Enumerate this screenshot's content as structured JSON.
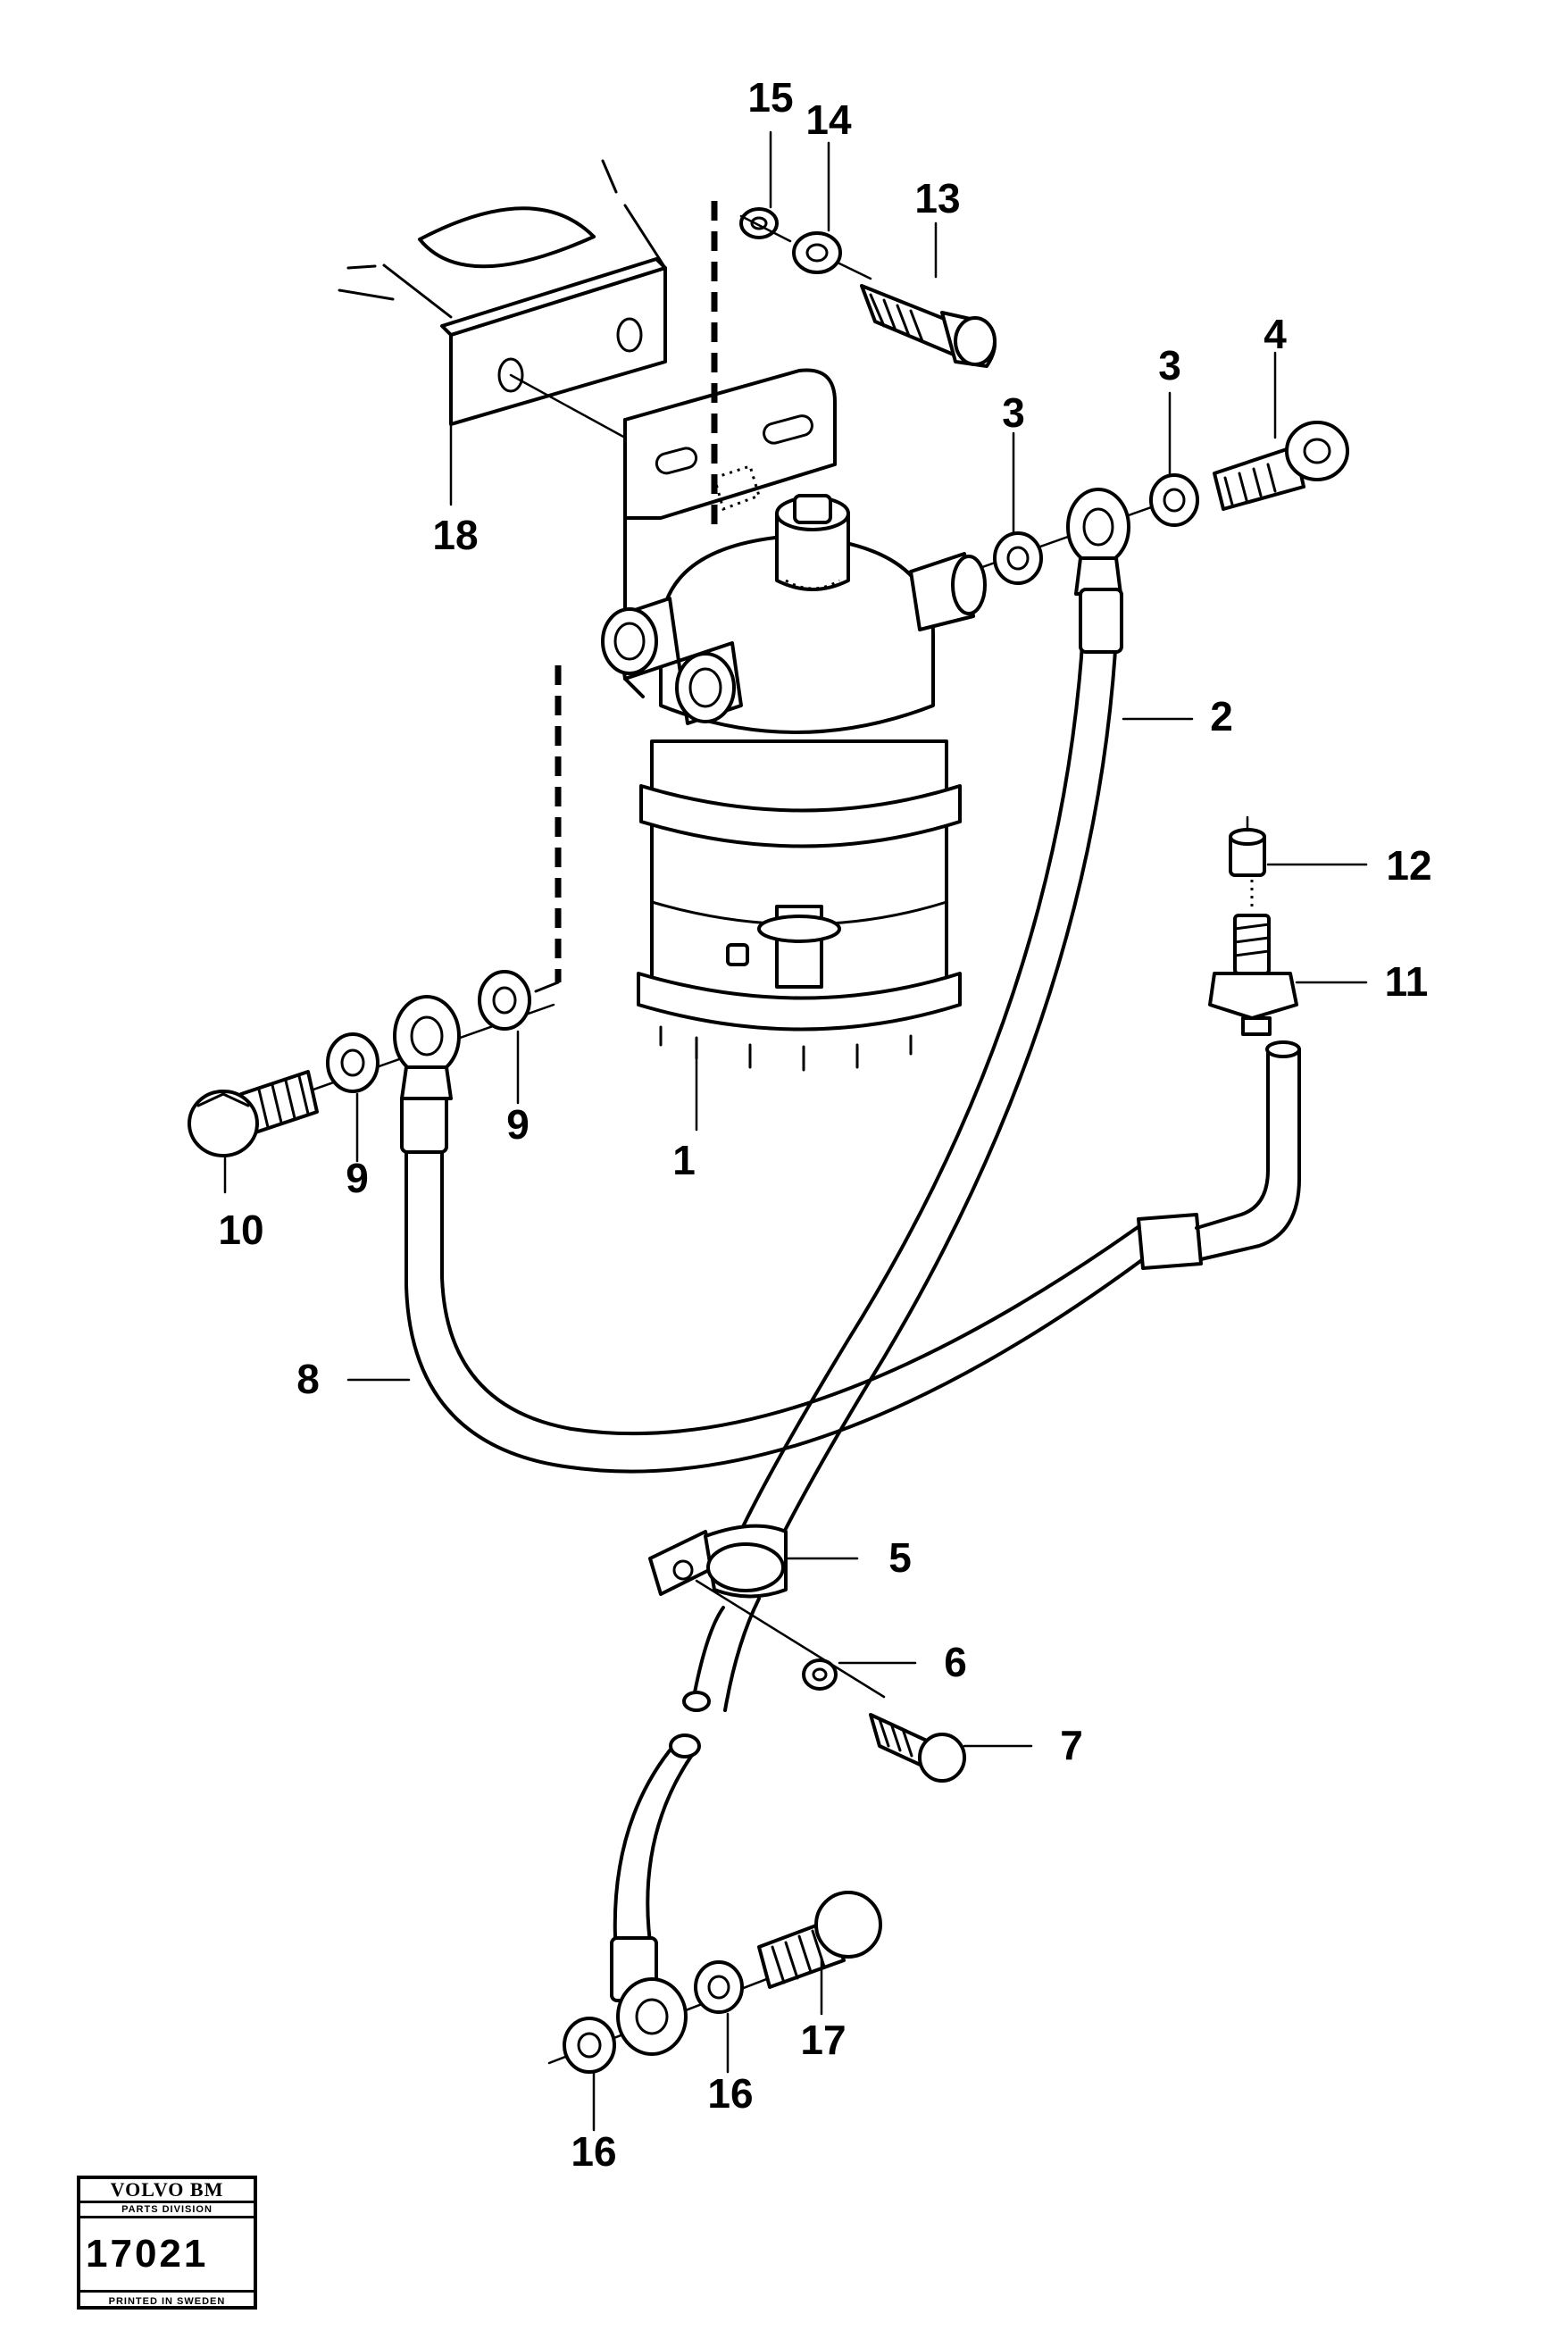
{
  "callouts": {
    "c1": "1",
    "c2": "2",
    "c3a": "3",
    "c3b": "3",
    "c4": "4",
    "c5": "5",
    "c6": "6",
    "c7": "7",
    "c8": "8",
    "c9a": "9",
    "c9b": "9",
    "c10": "10",
    "c11": "11",
    "c12": "12",
    "c13": "13",
    "c14": "14",
    "c15": "15",
    "c16a": "16",
    "c16b": "16",
    "c17": "17",
    "c18": "18"
  },
  "stamp": {
    "brand": "VOLVO BM",
    "division": "PARTS DIVISION",
    "number": "17021",
    "printed": "PRINTED IN SWEDEN"
  }
}
